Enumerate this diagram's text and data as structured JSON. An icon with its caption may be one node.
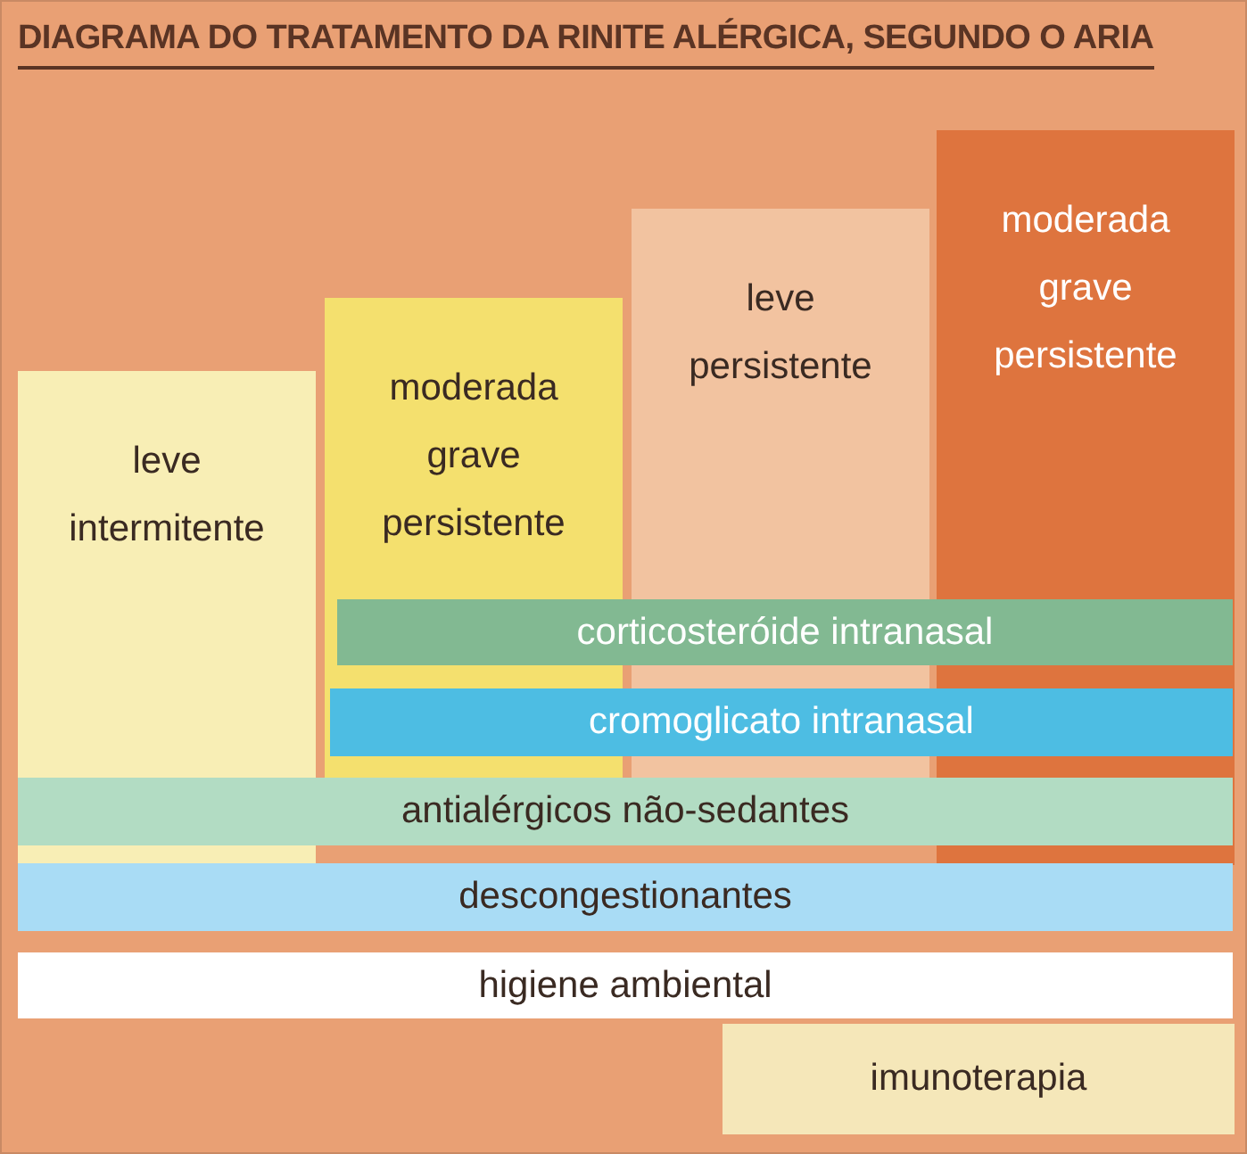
{
  "diagram": {
    "title": "DIAGRAMA DO TRATAMENTO DA RINITE ALÉRGICA, SEGUNDO O ARIA",
    "nodes": [
      {
        "text": [
          "leve intermitente"
        ]
      },
      {
        "text": [
          "moderada grave persistente"
        ]
      },
      {
        "text": [
          "leve persistente"
        ]
      },
      {
        "text": [
          "moderada grave persistente"
        ]
      },
      {
        "text": [
          "corticosteróide intranasal"
        ]
      },
      {
        "text": [
          "cromoglicato intranasal"
        ]
      },
      {
        "text": [
          "antialérgicos não-sedantes"
        ]
      },
      {
        "text": [
          "descongestionantes"
        ]
      },
      {
        "text": [
          "higiene ambiental"
        ]
      },
      {
        "text": [
          "imunoterapia"
        ]
      }
    ],
    "edges": []
  }
}
